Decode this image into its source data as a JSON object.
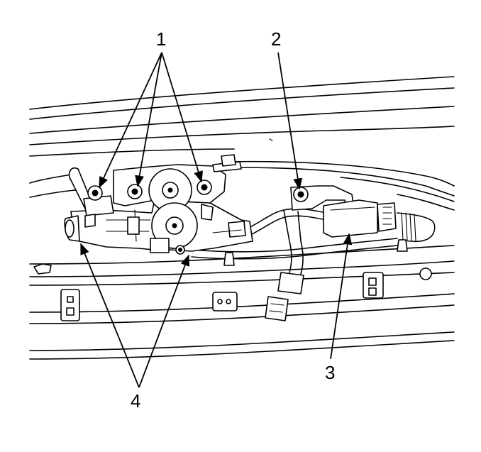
{
  "diagram": {
    "callouts": [
      {
        "id": "c1",
        "label": "1"
      },
      {
        "id": "c2",
        "label": "2"
      },
      {
        "id": "c3",
        "label": "3"
      },
      {
        "id": "c4",
        "label": "4"
      }
    ]
  }
}
